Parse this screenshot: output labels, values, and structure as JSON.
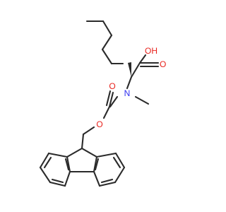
{
  "atoms": {
    "carboxyl_oh": "OH",
    "carboxyl_o": "O",
    "nitrogen": "N",
    "carbamate_o": "O",
    "ester_o": "O"
  },
  "colors": {
    "bond": "#2b2b2b",
    "oxygen": "#e8211b",
    "nitrogen": "#2f2ff0",
    "background": "#ffffff"
  }
}
